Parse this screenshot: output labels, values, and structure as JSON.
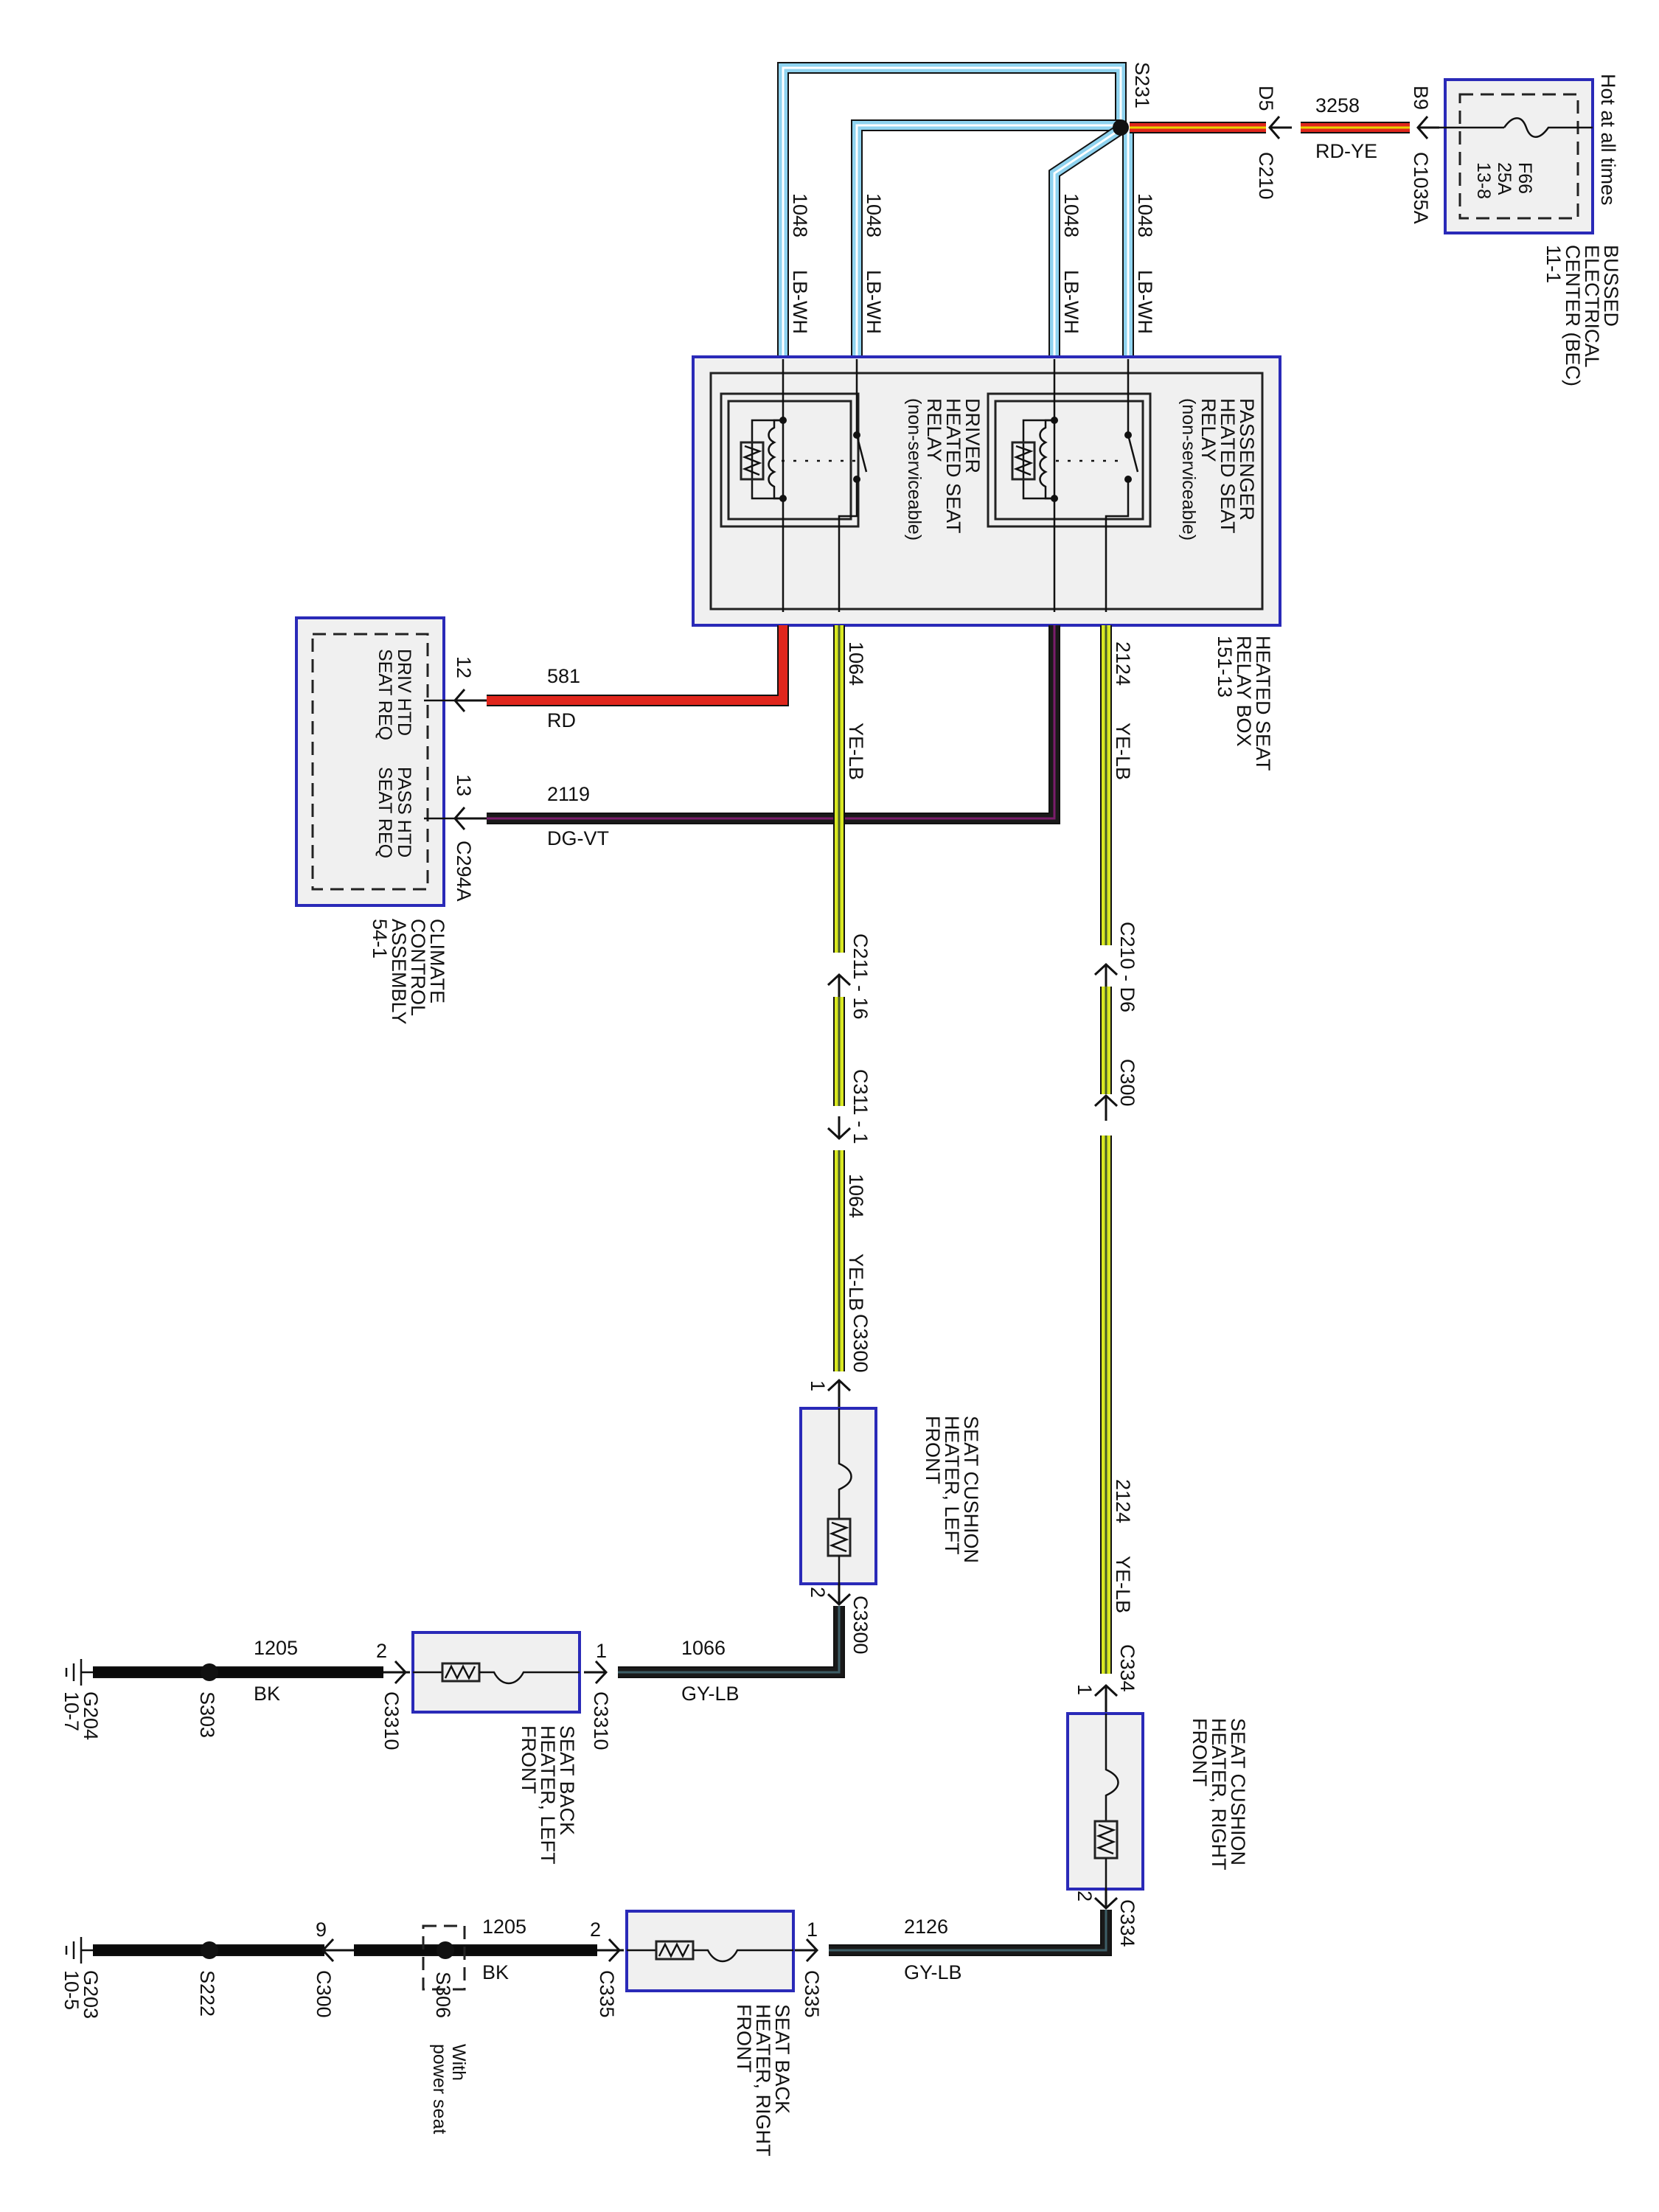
{
  "colors": {
    "lb_wh": "#8fd3ef",
    "rd": "#e0261c",
    "ye_lb": "#d9e821",
    "dg_vt": "#7a1d6b",
    "bk": "#0a0a0a",
    "gy_lb": "#3d5d66",
    "box_outline": "#2a2ab8"
  },
  "power": {
    "side_label": "Hot at all times",
    "bec_name_1": "BUSSED",
    "bec_name_2": "ELECTRICAL",
    "bec_name_3": "CENTER (BEC)",
    "bec_ref": "11-1",
    "fuse_id": "F66",
    "fuse_rating": "25A",
    "fuse_ref": "13-8",
    "conn_b9": "B9",
    "conn_c1035a": "C1035A",
    "wire_num": "3258",
    "wire_color": "RD-YE",
    "conn_d5": "D5",
    "conn_c210": "C210",
    "splice": "S231"
  },
  "lbwh_wires": {
    "num": "1048",
    "color": "LB-WH"
  },
  "relay_box": {
    "name_1": "HEATED SEAT",
    "name_2": "RELAY BOX",
    "ref": "151-13",
    "passenger_relay": [
      "PASSENGER",
      "HEATED SEAT",
      "RELAY",
      "(non-serviceable)"
    ],
    "driver_relay": [
      "DRIVER",
      "HEATED SEAT",
      "RELAY",
      "(non-serviceable)"
    ]
  },
  "climate": {
    "name_1": "CLIMATE",
    "name_2": "CONTROL",
    "name_3": "ASSEMBLY",
    "ref": "54-1",
    "pin_drv_label_1": "DRIV HTD",
    "pin_drv_label_2": "SEAT REQ",
    "pin_pass_label_1": "PASS HTD",
    "pin_pass_label_2": "SEAT REQ",
    "pin_12": "12",
    "pin_13": "13",
    "connector": "C294A",
    "wire_581_num": "581",
    "wire_581_color": "RD",
    "wire_2119_num": "2119",
    "wire_2119_color": "DG-VT"
  },
  "driver_circuit": {
    "wire_num": "1064",
    "wire_color": "YE-LB",
    "conn_c211": "C211 - 16",
    "conn_c311": "C311 - 1",
    "conn_c3300": "C3300",
    "pin_1": "1",
    "pin_2": "2",
    "cushion_name": [
      "SEAT CUSHION",
      "HEATER, LEFT",
      "FRONT"
    ],
    "wire_1066_num": "1066",
    "wire_1066_color": "GY-LB",
    "back_conn": "C3310",
    "back_pin_1": "1",
    "back_pin_2": "2",
    "back_name": [
      "SEAT BACK",
      "HEATER, LEFT",
      "FRONT"
    ],
    "gnd_wire_num": "1205",
    "gnd_wire_color": "BK",
    "splice": "S303",
    "ground": "G204",
    "ground_ref": "10-7"
  },
  "passenger_circuit": {
    "wire_num": "2124",
    "wire_color": "YE-LB",
    "conn_c210": "C210 - D6",
    "conn_c300": "C300",
    "conn_c334": "C334",
    "pin_1": "1",
    "pin_2": "2",
    "cushion_name": [
      "SEAT CUSHION",
      "HEATER, RIGHT",
      "FRONT"
    ],
    "wire_2126_num": "2126",
    "wire_2126_color": "GY-LB",
    "back_conn": "C335",
    "back_pin_1": "1",
    "back_pin_2": "2",
    "back_name": [
      "SEAT BACK",
      "HEATER, RIGHT",
      "FRONT"
    ],
    "gnd_wire_num": "1205",
    "gnd_wire_color": "BK",
    "splice_s306": "S306",
    "with_label_1": "With",
    "with_label_2": "power seat",
    "pin_9": "9",
    "splice_s222": "S222",
    "ground": "G203",
    "ground_ref": "10-5"
  }
}
